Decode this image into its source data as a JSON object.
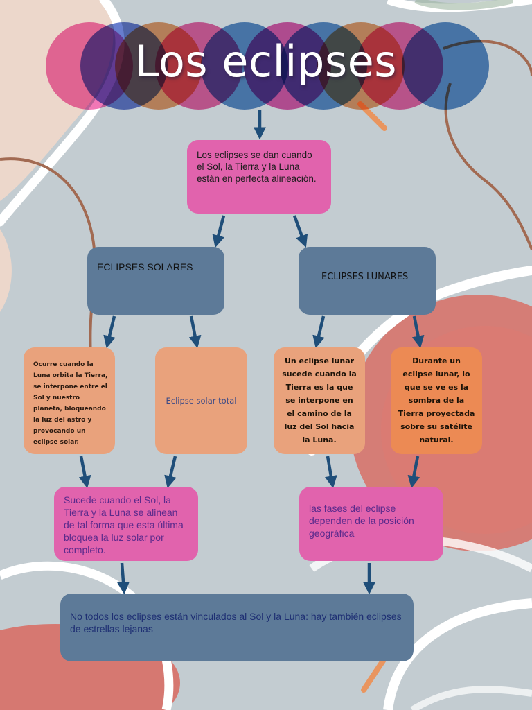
{
  "title": "Los eclipses",
  "colors": {
    "background": "#c3ccd1",
    "pink_box": "#e163ad",
    "slate_box": "#5d7a98",
    "orange_box": "#e9a27c",
    "arrow": "#1f4e79",
    "circles": [
      "#f06bb0",
      "#5a72c9",
      "#e9955f",
      "#ef5aa0",
      "#4f86c6",
      "#e24fa6",
      "#4f86c6",
      "#e9955f",
      "#ef5aa0",
      "#4f86c6"
    ]
  },
  "intro": "Los eclipses se dan cuando el Sol, la Tierra y la Luna están en perfecta alineación.",
  "solar": {
    "heading": "ECLIPSES SOLARES",
    "detail": "Ocurre cuando la Luna orbita la Tierra, se interpone entre el Sol y nuestro planeta, bloqueando la luz del astro y provocando un eclipse solar.",
    "total": "Eclipse solar total",
    "result": "Sucede cuando el Sol, la Tierra y la Luna se alinean de tal forma que esta última bloquea la luz solar por completo."
  },
  "lunar": {
    "heading": "ECLIPSES LUNARES",
    "detail": "Un eclipse lunar sucede cuando la Tierra es la que se interpone en el camino de la luz del Sol hacia la Luna.",
    "shadow": "Durante un eclipse lunar, lo que se ve es la sombra de la Tierra proyectada sobre su satélite natural.",
    "result": "las fases del eclipse dependen de la posición geográfica"
  },
  "footer": "No todos los eclipses están vinculados al Sol y la Luna: hay también eclipses de estrellas lejanas"
}
